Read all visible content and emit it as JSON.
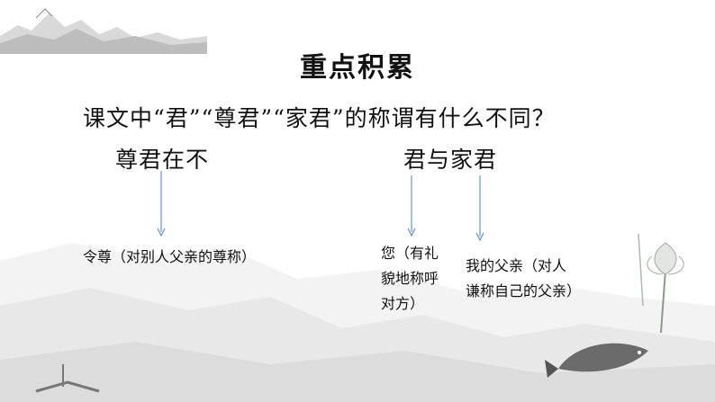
{
  "slide": {
    "title": "重点积累",
    "question": "课文中“君”“尊君”“家君”的称谓有什么不同？",
    "terms": [
      {
        "label": "尊君在不"
      },
      {
        "label": "君与家君"
      }
    ],
    "notes": [
      {
        "text": "令尊（对别人父亲的尊称）"
      },
      {
        "text": "您（有礼貌地称呼对方）"
      },
      {
        "text": "我的父亲（对人谦称自己的父亲）"
      }
    ],
    "colors": {
      "arrow": "#4a7fc1",
      "ink": "#111111"
    }
  }
}
